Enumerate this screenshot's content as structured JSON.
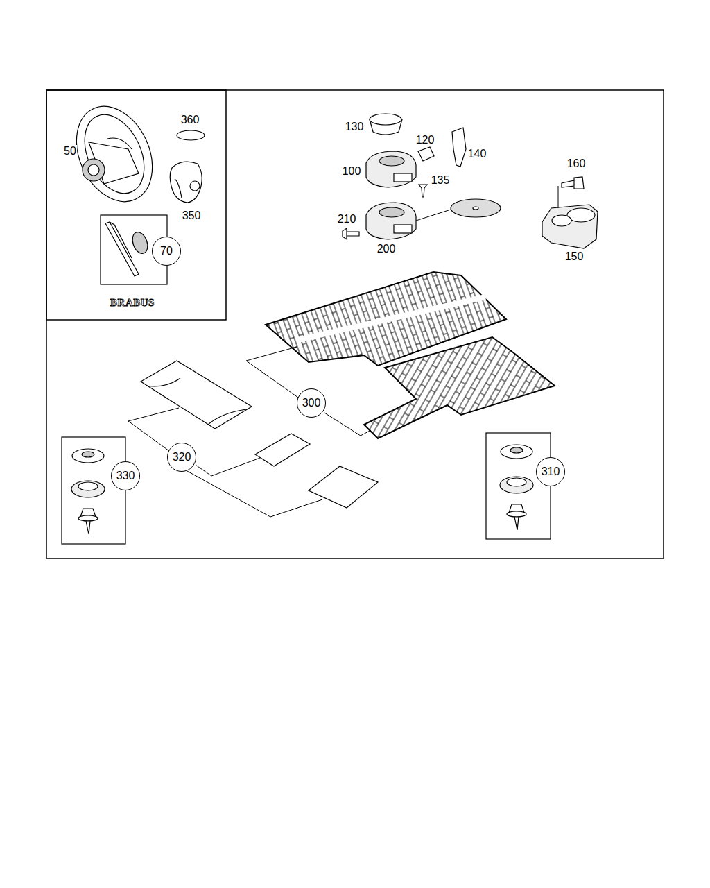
{
  "diagram": {
    "nodes": [
      {
        "text": [
          "70"
        ]
      },
      {
        "text": [
          "300"
        ]
      },
      {
        "text": [
          "320"
        ]
      },
      {
        "text": [
          "330"
        ]
      },
      {
        "text": [
          "310"
        ]
      }
    ],
    "labels": [
      "360",
      "50",
      "350",
      "BRABUS",
      "130",
      "120",
      "140",
      "100",
      "135",
      "160",
      "210",
      "200",
      "150"
    ]
  }
}
